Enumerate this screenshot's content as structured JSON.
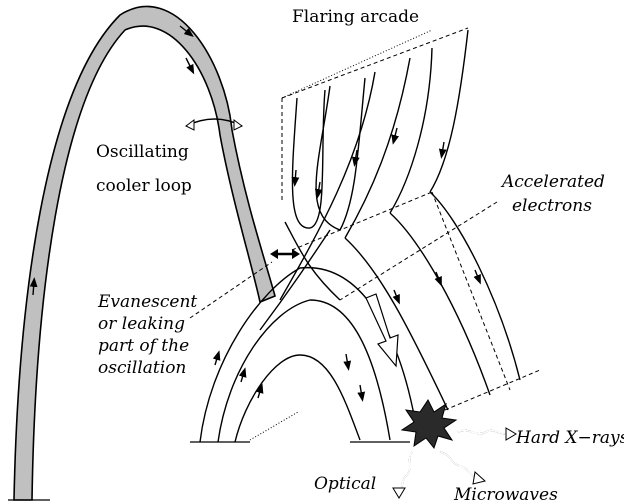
{
  "labels": {
    "flaring_arcade": "Flaring arcade",
    "oscillating_1": "Oscillating",
    "oscillating_2": "cooler loop",
    "accelerated_1": "Accelerated",
    "accelerated_2": "electrons",
    "evanescent_1": "Evanescent",
    "evanescent_2": "or leaking",
    "evanescent_3": "part of the",
    "evanescent_4": "oscillation",
    "hard_xrays": "Hard X−rays",
    "optical": "Optical",
    "microwaves": "Microwaves"
  },
  "colors": {
    "cool_loop_fill": "#c0c0c0",
    "burst_fill": "#2a2a2a",
    "line": "#000000"
  }
}
